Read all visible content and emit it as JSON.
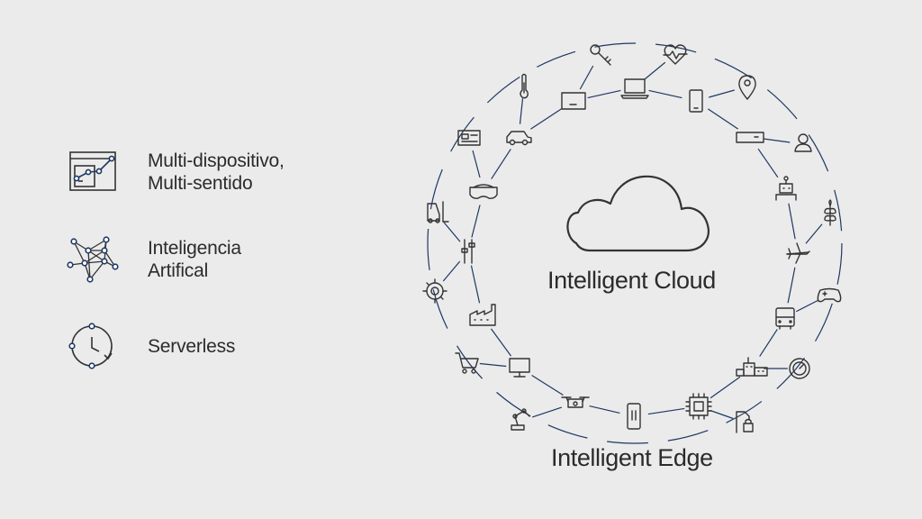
{
  "features": [
    {
      "lines": [
        "Multi-dispositivo,",
        "Multi-sentido"
      ],
      "icon": "dashboard-chart-icon"
    },
    {
      "lines": [
        "Inteligencia",
        "Artifical"
      ],
      "icon": "neural-network-icon"
    },
    {
      "lines": [
        "Serverless"
      ],
      "icon": "clock-cycle-icon"
    }
  ],
  "diagram": {
    "center_label": "Intelligent Cloud",
    "outer_label": "Intelligent Edge"
  },
  "colors": {
    "background": "#ebebeb",
    "line": "#1f3864",
    "text": "#2b2b2b",
    "icon": "#333333",
    "node_fill": "#ffffff"
  }
}
